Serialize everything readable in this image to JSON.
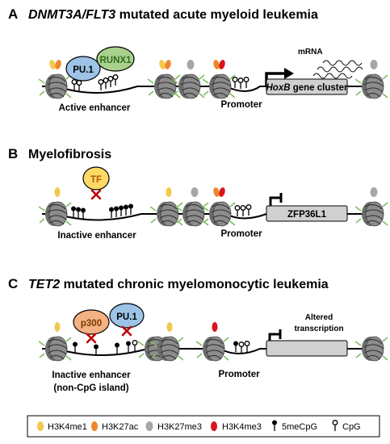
{
  "panels": {
    "a": {
      "letter": "A",
      "title_italic": "DNMT3A/FLT3",
      "title_rest": " mutated acute myeloid leukemia",
      "tf1": "PU.1",
      "tf2": "RUNX1",
      "enhancer": "Active enhancer",
      "promoter": "Promoter",
      "gene_italic": "HoxB",
      "gene_rest": " gene cluster",
      "mrna": "mRNA"
    },
    "b": {
      "letter": "B",
      "title": "Myelofibrosis",
      "tf": "TF",
      "enhancer": "Inactive enhancer",
      "promoter": "Promoter",
      "gene": "ZFP36L1"
    },
    "c": {
      "letter": "C",
      "title_italic": "TET2",
      "title_rest": " mutated chronic myelomonocytic leukemia",
      "tf1": "p300",
      "tf2": "PU.1",
      "enhancer_line1": "Inactive enhancer",
      "enhancer_line2": "(non-CpG island)",
      "promoter": "Promoter",
      "gene_line1": "Altered",
      "gene_line2": "transcription"
    }
  },
  "legend": {
    "items": [
      {
        "label": "H3K4me1",
        "color": "#f2c94c"
      },
      {
        "label": "H3K27ac",
        "color": "#f0862b"
      },
      {
        "label": "H3K27me3",
        "color": "#a6a6a6"
      },
      {
        "label": "H3K4me3",
        "color": "#d8151b"
      },
      {
        "label": "5meCpG"
      },
      {
        "label": "CpG"
      }
    ]
  },
  "colors": {
    "nucleosome": "#6d6d6d",
    "pu1": "#9dc3e6",
    "runx1": "#a9d18e",
    "tf": "#ffd966",
    "p300": "#f4b183",
    "inhibit": "#c00000",
    "tail": "#7fbf5f",
    "gene_box": "#d0d0d0"
  }
}
